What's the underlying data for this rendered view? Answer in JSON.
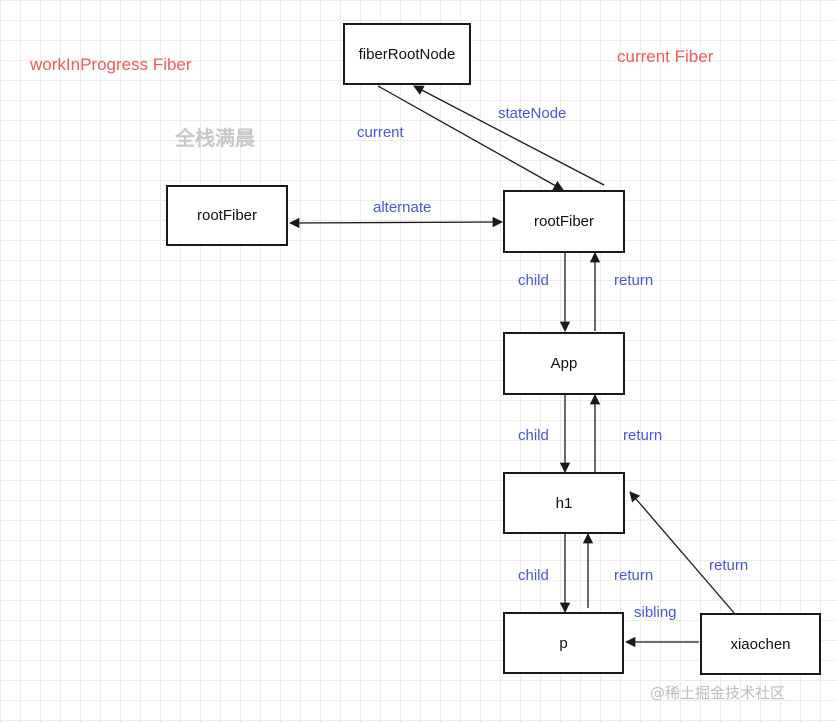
{
  "titles": {
    "work_in_progress": "workInProgress Fiber",
    "current": "current Fiber"
  },
  "watermark": "全栈满晨",
  "footer_watermark": "@稀土掘金技术社区",
  "nodes": {
    "fiber_root_node": "fiberRootNode",
    "root_fiber_wip": "rootFiber",
    "root_fiber_current": "rootFiber",
    "app": "App",
    "h1": "h1",
    "p": "p",
    "xiaochen": "xiaochen"
  },
  "edges": {
    "current": "current",
    "state_node": "stateNode",
    "alternate": "alternate",
    "child_root_app": "child",
    "return_app_root": "return",
    "child_app_h1": "child",
    "return_h1_app": "return",
    "child_h1_p": "child",
    "return_p_h1": "return",
    "sibling_p_xiaochen": "sibling",
    "return_xiaochen_h1": "return"
  },
  "colors": {
    "title": "#f05a5a",
    "edge_label": "#4a55d8",
    "stroke": "#1a1a1a"
  }
}
